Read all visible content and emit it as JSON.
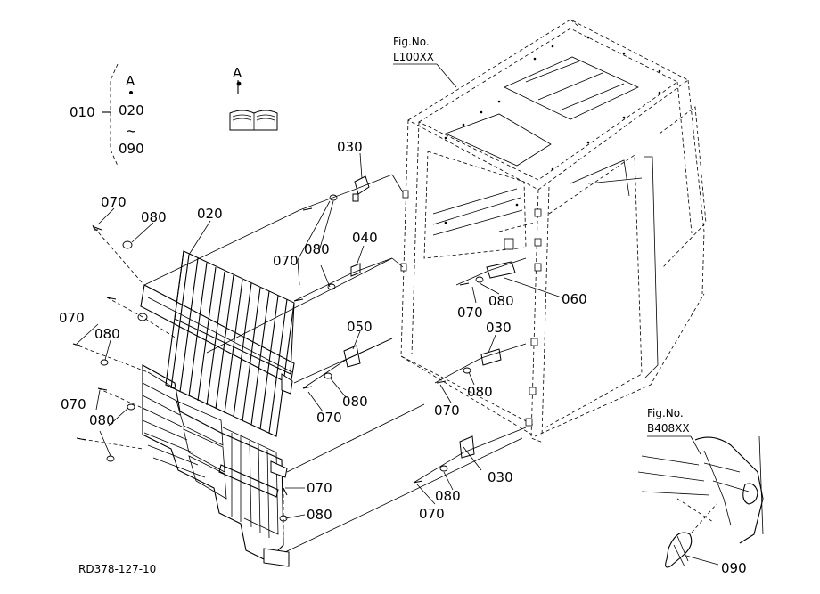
{
  "legend": {
    "range_label": "010",
    "top_marker": "A",
    "start_part": "020",
    "tilde": "~",
    "end_part": "090",
    "book_marker": "A"
  },
  "references": {
    "cab": {
      "line1": "Fig.No.",
      "line2": "L100XX"
    },
    "detail": {
      "line1": "Fig.No.",
      "line2": "B408XX"
    }
  },
  "drawing_code": "RD378-127-10",
  "callouts": {
    "c030_a": "030",
    "c070_a": "070",
    "c080_a": "080",
    "c020": "020",
    "c070_b": "070",
    "c080_b": "080",
    "c040": "040",
    "c070_c": "070",
    "c080_c": "080",
    "c060": "060",
    "c070_d": "070",
    "c080_d": "080",
    "c050": "050",
    "c030_b": "030",
    "c080_e": "080",
    "c070_e": "070",
    "c070_f": "070",
    "c080_f": "080",
    "c080_g": "080",
    "c070_g": "070",
    "c030_c": "030",
    "c070_h": "070",
    "c080_h": "080",
    "c080_i": "080",
    "c070_i": "070",
    "c090": "090"
  }
}
